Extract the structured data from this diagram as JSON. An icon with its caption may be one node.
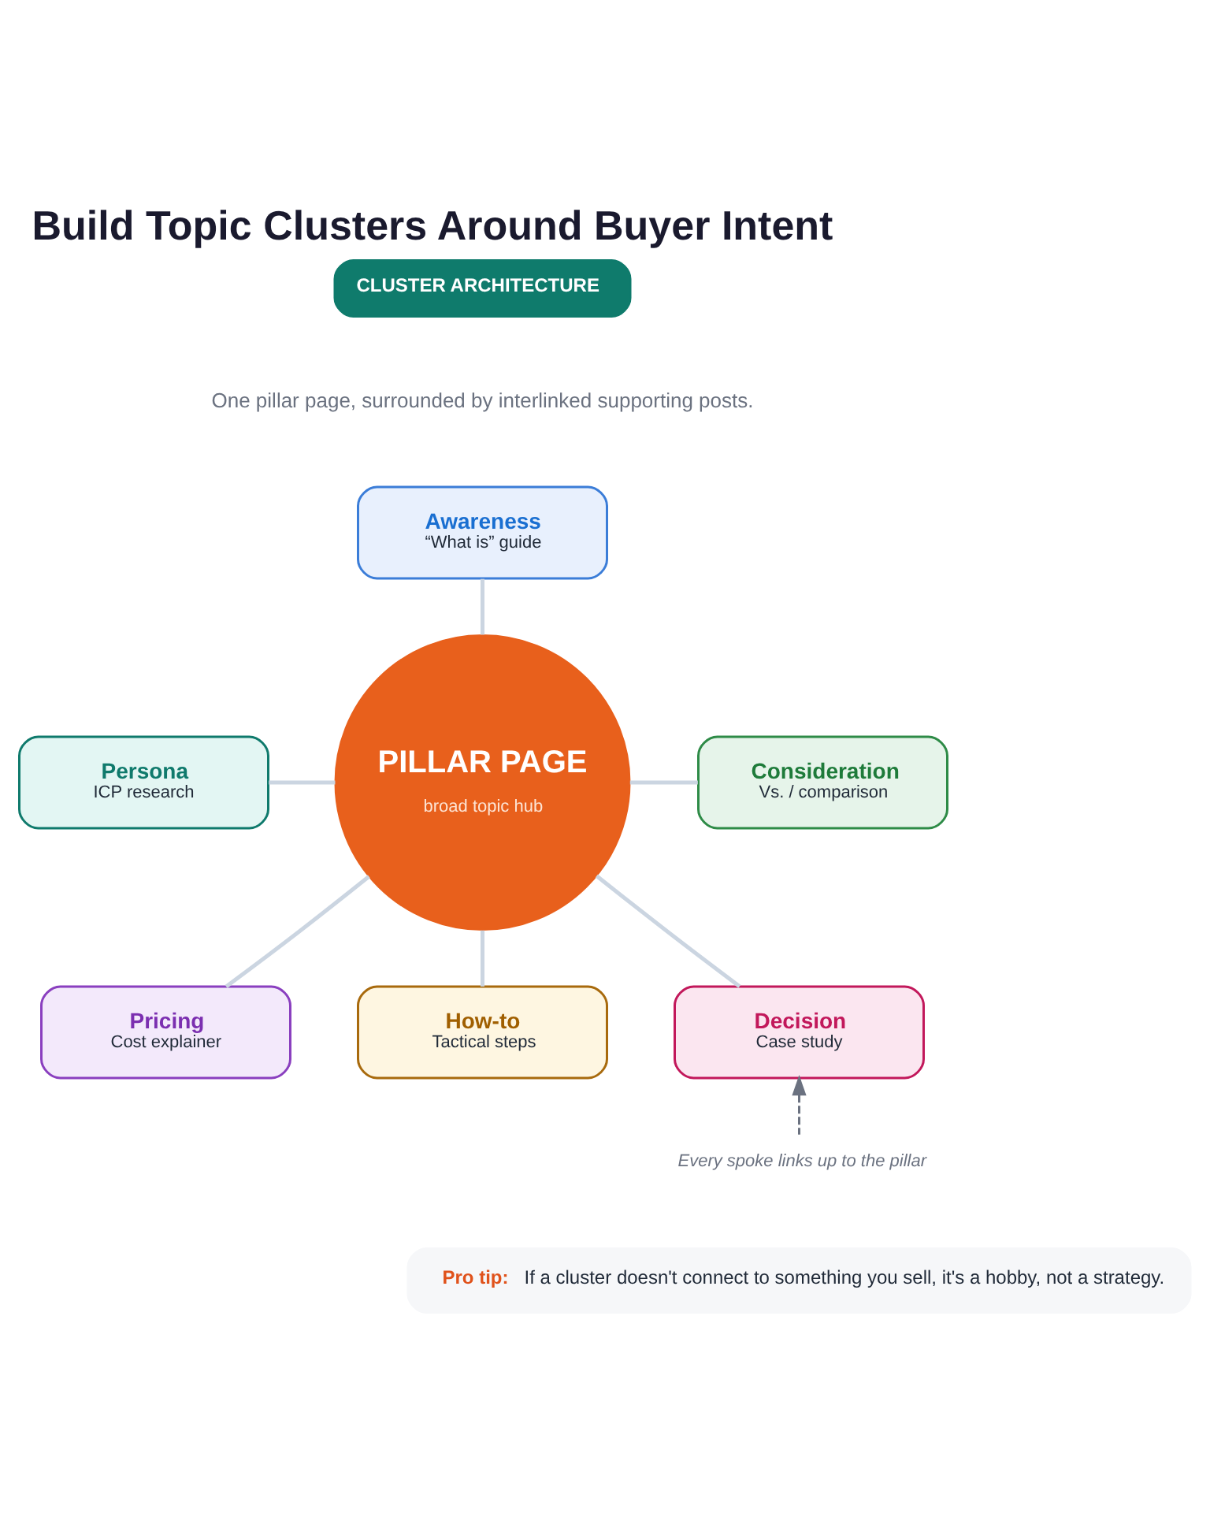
{
  "diagram": {
    "title": "Build Topic Clusters Around Buyer Intent",
    "nodes": [
      {
        "text": [
          "Awareness",
          "“What is” guide"
        ]
      },
      {
        "text": [
          "Persona",
          "ICP research"
        ]
      },
      {
        "text": [
          "Consideration",
          "Vs. / comparison"
        ]
      },
      {
        "text": [
          "PILLAR PAGE",
          "broad topic hub"
        ]
      },
      {
        "text": [
          "Pricing",
          "Cost explainer"
        ]
      },
      {
        "text": [
          "How-to",
          "Tactical steps"
        ]
      },
      {
        "text": [
          "Decision",
          "Case study"
        ]
      },
      {
        "text": [
          "Every spoke links up to the pillar"
        ]
      },
      {
        "text": [
          "Pro tip:",
          "If a cluster doesn't connect to something you sell, it's a hobby, not a strategy."
        ]
      }
    ],
    "edges": [
      {
        "from": 3,
        "to": 0,
        "arrow": "none"
      },
      {
        "from": 3,
        "to": 1,
        "arrow": "none"
      },
      {
        "from": 3,
        "to": 2,
        "arrow": "none"
      },
      {
        "from": 3,
        "to": 4,
        "arrow": "none"
      },
      {
        "from": 3,
        "to": 5,
        "arrow": "none"
      },
      {
        "from": 3,
        "to": 6,
        "arrow": "none"
      },
      {
        "from": 7,
        "to": 6,
        "arrow": "to",
        "style": "dashed",
        "color": "#6b7280"
      }
    ],
    "labels": [
      "CLUSTER ARCHITECTURE",
      "One pillar page, surrounded by interlinked supporting posts."
    ]
  }
}
